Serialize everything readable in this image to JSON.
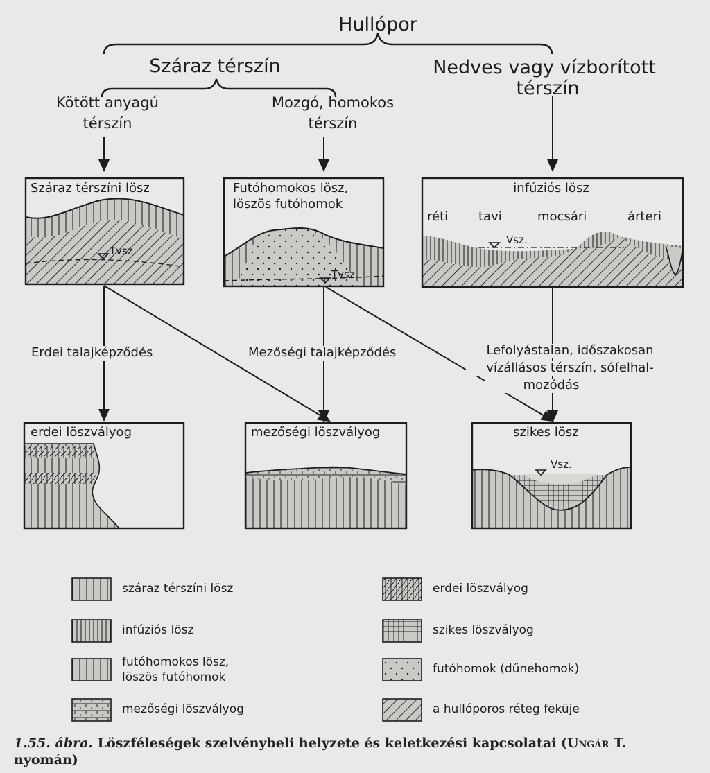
{
  "top": {
    "title": "Hullópor",
    "dry": "Száraz térszín",
    "wet_1": "Nedves vagy vízborított",
    "wet_2": "térszín",
    "bound_1": "Kötött anyagú",
    "bound_2": "térszín",
    "sandy_1": "Mozgó, homokos",
    "sandy_2": "térszín"
  },
  "boxes": {
    "dry_loess": "Száraz térszíni lösz",
    "sand_1": "Futóhomokos lösz,",
    "sand_2": "löszös futóhomok",
    "infusion": "infúziós lösz",
    "sub_reti": "réti",
    "sub_tavi": "tavi",
    "sub_mocsari": "mocsári",
    "sub_arteri": "árteri",
    "tvsz_a": "Tvsz.",
    "tvsz_b": "Tvsz.",
    "vsz_a": "Vsz.",
    "forest": "erdei löszvályog",
    "meadow": "mezőségi löszvályog",
    "saline": "szikes lösz",
    "vsz_b": "Vsz."
  },
  "processes": {
    "forest": "Erdei talajképződés",
    "meadow": "Mezőségi talajképződés",
    "saline_1": "Lefolyástalan, időszakosan",
    "saline_2": "vízállásos térszín, sófelhal-",
    "saline_3": "mozódás"
  },
  "legend": {
    "dry_loess": "száraz térszíni lösz",
    "infusion": "infúziós lösz",
    "sand_1": "futóhomokos lösz,",
    "sand_2": "löszös futóhomok",
    "meadow": "mezőségi löszvályog",
    "forest": "erdei löszvályog",
    "saline": "szikes löszvályog",
    "dune": "futóhomok (dűnehomok)",
    "bed": "a hullóporos réteg feküje"
  },
  "caption": {
    "number": "1.55. ábra.",
    "text": "Löszféleségek szelvénybeli helyzete és keletkezési kapcsolatai (",
    "author": "Ungár T.",
    "tail": "nyomán)"
  },
  "colors": {
    "paper": "#e9e9e7",
    "ink": "#1d1d1d",
    "fill": "#c9c9c6"
  }
}
